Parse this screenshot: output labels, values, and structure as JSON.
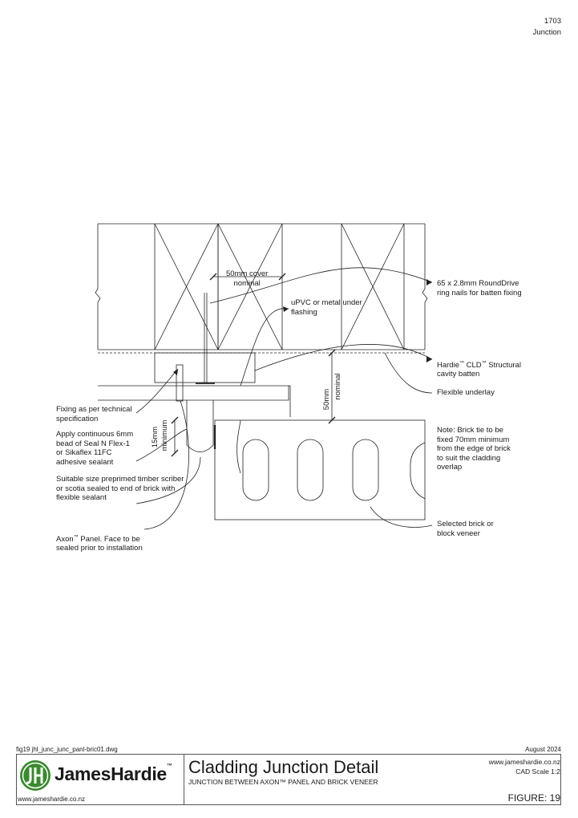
{
  "header": {
    "number": "1703",
    "section": "Junction"
  },
  "diagram": {
    "labels": {
      "cover": "50mm cover\nnominal",
      "flashing": "uPVC or metal under\nflashing",
      "nails": "65 x 2.8mm RoundDrive\nring nails for batten fixing",
      "batten_brand": "Hardie",
      "batten_cld": " CLD",
      "batten_rest": " Structural",
      "batten_line2": "cavity batten",
      "underlay": "Flexible underlay",
      "fixing": "Fixing as per technical\nspecification",
      "bead": "Apply continuous 6mm\nbead of Seal N Flex-1\nor Sikaflex 11FC\nadhesive sealant",
      "scriber": "Suitable size preprimed timber scriber\nor scotia sealed to end of brick with\nflexible sealant",
      "axon_brand": "Axon",
      "axon_rest": " Panel. Face to be",
      "axon_line2": "sealed prior to installation",
      "brick_tie": "Note: Brick tie to be\nfixed 70mm minimum\nfrom the edge of brick\nto suit the cladding\noverlap",
      "brick": "Selected brick or\nblock veneer",
      "tm": "™",
      "dim_50_a": "50mm",
      "dim_50_b": "nominal",
      "dim_15_a": "15mm",
      "dim_15_b": "minimum"
    }
  },
  "titleblock": {
    "filename": "fig19 jhl_junc_junc_panl-bric01.dwg",
    "date": "August 2024",
    "logo_text": "JamesHardie",
    "logo_tm": "™",
    "title": "Cladding Junction Detail",
    "subtitle": "JUNCTION BETWEEN AXON™ PANEL AND BRICK VENEER",
    "website_right": "www.jameshardie.co.nz",
    "scale": "CAD Scale 1:2",
    "website_left": "www.jameshardie.co.nz",
    "figure": "FIGURE: 19"
  }
}
